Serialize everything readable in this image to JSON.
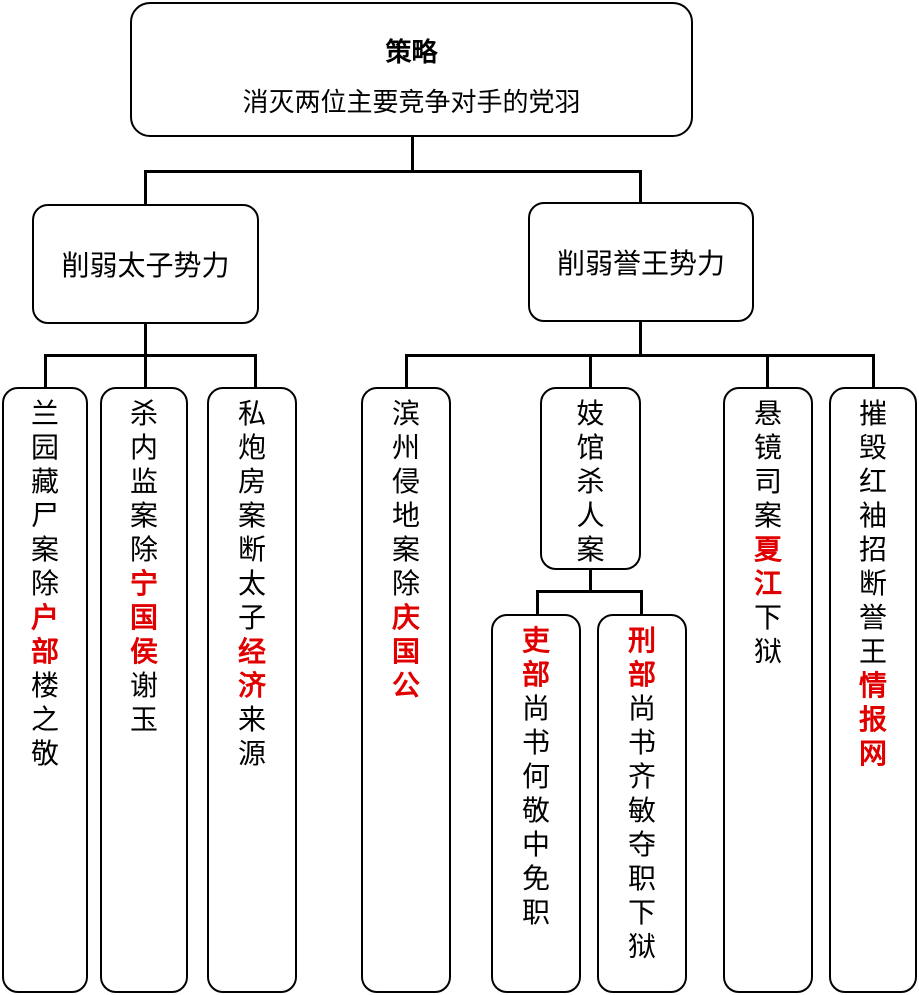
{
  "root": {
    "title": "策略",
    "subtitle": "消灭两位主要竞争对手的党羽"
  },
  "branches": [
    {
      "label": "削弱太子势力"
    },
    {
      "label": "削弱誉王势力"
    }
  ],
  "leaves": [
    {
      "pre": "兰园藏尸案除",
      "hl": "户部",
      "post": "楼之敬"
    },
    {
      "pre": "杀内监案除",
      "hl": "宁国侯",
      "post": "谢玉"
    },
    {
      "pre": "私炮房案断太子",
      "hl": "经济",
      "post": "来源"
    },
    {
      "pre": "滨州侵地案除",
      "hl": "庆国公",
      "post": ""
    },
    {
      "pre": "妓馆杀人案",
      "hl": "",
      "post": ""
    },
    {
      "pre": "悬镜司案",
      "hl": "夏江",
      "post": "下狱"
    },
    {
      "pre": "摧毁红袖招断誉王",
      "hl": "情报网",
      "post": ""
    }
  ],
  "sub_leaves": [
    {
      "pre": "",
      "hl": "吏部",
      "post": "尚书何敬中免职"
    },
    {
      "pre": "",
      "hl": "刑部",
      "post": "尚书齐敏夺职下狱"
    }
  ],
  "colors": {
    "highlight": "#e00000",
    "border": "#000000"
  }
}
